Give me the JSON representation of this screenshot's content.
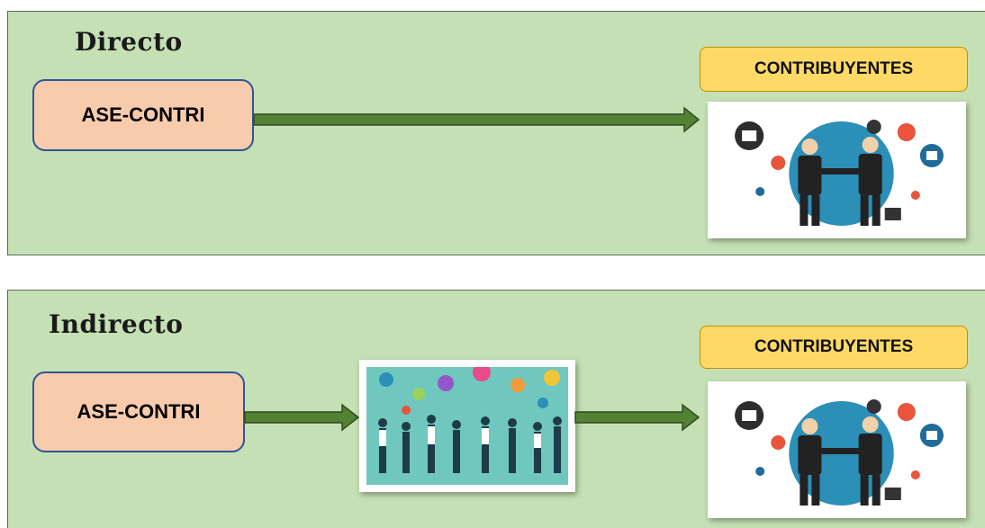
{
  "panels": {
    "direct": {
      "title": "Directo",
      "source_label": "ASE-CONTRI",
      "target_label": "CONTRIBUYENTES"
    },
    "indirect": {
      "title": "Indirecto",
      "source_label": "ASE-CONTRI",
      "target_label": "CONTRIBUYENTES"
    }
  },
  "colors": {
    "panel_fill": "#c5e0b4",
    "node_fill": "#f8cbad",
    "node_border": "#2f5597",
    "badge_fill": "#ffd966",
    "arrow_fill": "#548235",
    "arrow_stroke": "#2e4a1e"
  },
  "icons": {
    "target_picture": "business-handshake-illustration",
    "intermediary_picture": "social-network-people-illustration"
  }
}
